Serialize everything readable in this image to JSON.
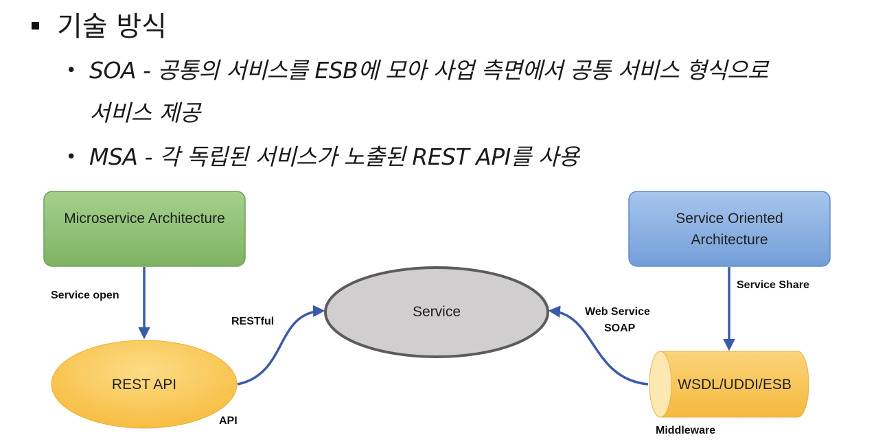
{
  "heading": {
    "title": "기술 방식"
  },
  "bullets": {
    "soa_line1": "SOA - 공통의 서비스를 ESB에 모아 사업 측면에서 공통 서비스 형식으로",
    "soa_line2": "서비스 제공",
    "msa": "MSA - 각 독립된 서비스가 노출된 REST API를 사용"
  },
  "diagram": {
    "msa_box": "Microservice Architecture",
    "soa_box": "Service Oriented Architecture",
    "service": "Service",
    "rest_api": "REST API",
    "middleware_node": "WSDL/UDDI/ESB",
    "labels": {
      "service_open": "Service open",
      "service_share": "Service Share",
      "restful": "RESTful",
      "web_service": "Web Service",
      "soap": "SOAP",
      "api": "API",
      "middleware": "Middleware"
    },
    "colors": {
      "msa_fill": "#92c47a",
      "soa_fill": "#8fb4e3",
      "service_fill": "#d0cece",
      "yellow_fill": "#fbc85a",
      "arrow": "#3b5ba9"
    }
  }
}
